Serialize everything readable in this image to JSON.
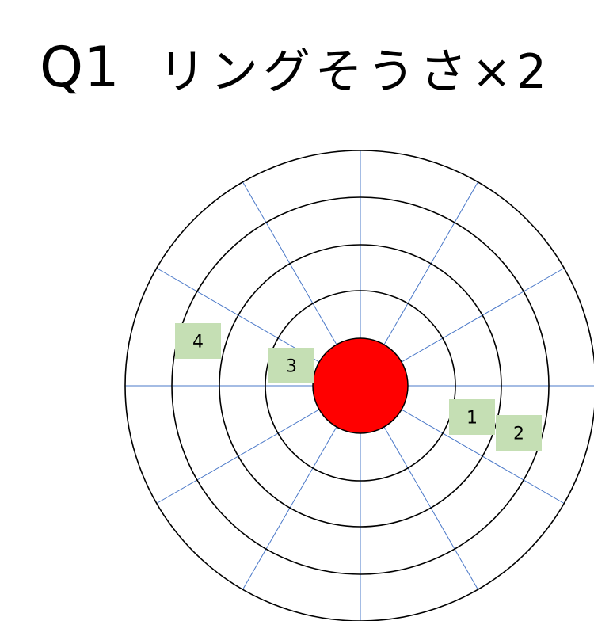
{
  "title": {
    "question": "Q1",
    "text": "リングそうさ×2"
  },
  "diagram": {
    "ring_count": 5,
    "spoke_count": 12,
    "colors": {
      "center": "#ff0000",
      "ring_stroke": "#000000",
      "spoke_stroke": "#4a78c8",
      "marker_fill": "#c5dfb4",
      "marker_text": "#000000"
    },
    "markers": [
      {
        "label": "1"
      },
      {
        "label": "2"
      },
      {
        "label": "3"
      },
      {
        "label": "4"
      }
    ]
  }
}
